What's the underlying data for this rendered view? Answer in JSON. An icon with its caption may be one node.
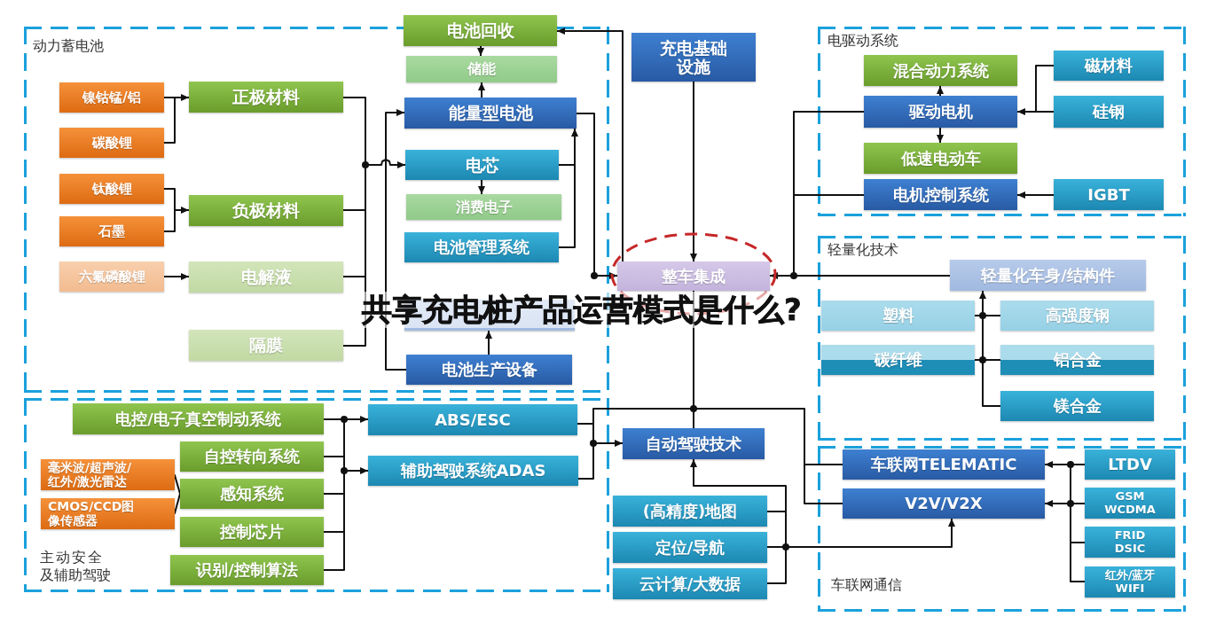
{
  "diagram": {
    "title": "共享充电桩产品运营模式是什么?",
    "nodes": [
      {
        "text": [
          "动力蓄电池"
        ]
      },
      {
        "text": [
          "镍钴锰/铝"
        ],
        "in": 0
      },
      {
        "text": [
          "碳酸锂"
        ],
        "in": 0
      },
      {
        "text": [
          "钛酸锂"
        ],
        "in": 0
      },
      {
        "text": [
          "石墨"
        ],
        "in": 0
      },
      {
        "text": [
          "六氟磷酸锂"
        ],
        "in": 0
      },
      {
        "text": [
          "正极材料"
        ],
        "in": 0
      },
      {
        "text": [
          "负极材料"
        ],
        "in": 0
      },
      {
        "text": [
          "电解液"
        ],
        "in": 0
      },
      {
        "text": [
          "隔膜"
        ],
        "in": 0
      },
      {
        "text": [
          "电池回收"
        ]
      },
      {
        "text": [
          "储能"
        ],
        "in": 0
      },
      {
        "text": [
          "能量型电池"
        ],
        "in": 0
      },
      {
        "text": [
          "电芯"
        ],
        "in": 0
      },
      {
        "text": [
          "消费电子"
        ],
        "in": 0
      },
      {
        "text": [
          "电池管理系统"
        ],
        "in": 0
      },
      {
        "text": [],
        "shape": "box",
        "in": 0
      },
      {
        "text": [
          "电池生产设备"
        ],
        "in": 0
      },
      {
        "text": [
          "充电基础设施"
        ]
      },
      {
        "text": [
          "整车集成"
        ]
      },
      {
        "text": [
          "电驱动系统"
        ]
      },
      {
        "text": [
          "混合动力系统"
        ],
        "in": 20
      },
      {
        "text": [
          "驱动电机"
        ],
        "in": 20
      },
      {
        "text": [
          "低速电动车"
        ],
        "in": 20
      },
      {
        "text": [
          "电机控制系统"
        ],
        "in": 20
      },
      {
        "text": [
          "磁材料"
        ],
        "in": 20
      },
      {
        "text": [
          "硅钢"
        ],
        "in": 20
      },
      {
        "text": [
          "IGBT"
        ],
        "in": 20
      },
      {
        "text": [
          "轻量化技术"
        ]
      },
      {
        "text": [
          "轻量化车身/结构件"
        ],
        "in": 28
      },
      {
        "text": [
          "塑料"
        ],
        "in": 28
      },
      {
        "text": [
          "高强度钢"
        ],
        "in": 28
      },
      {
        "text": [
          "碳纤维"
        ],
        "in": 28
      },
      {
        "text": [
          "铝合金"
        ],
        "in": 28
      },
      {
        "text": [
          "镁合金"
        ],
        "in": 28
      },
      {
        "text": [
          "主动安全及辅助驾驶"
        ]
      },
      {
        "text": [
          "电控/电子真空制动系统"
        ],
        "in": 35
      },
      {
        "text": [
          "自控转向系统"
        ],
        "in": 35
      },
      {
        "text": [
          "毫米波/超声波/红外/激光雷达"
        ],
        "in": 35
      },
      {
        "text": [
          "感知系统"
        ],
        "in": 35
      },
      {
        "text": [
          "CMOS/CCD图像传感器"
        ],
        "in": 35
      },
      {
        "text": [
          "控制芯片"
        ],
        "in": 35
      },
      {
        "text": [
          "识别/控制算法"
        ],
        "in": 35
      },
      {
        "text": [
          "ABS/ESC"
        ],
        "in": 35
      },
      {
        "text": [
          "辅助驾驶系统ADAS"
        ],
        "in": 35
      },
      {
        "text": [
          "自动驾驶技术"
        ]
      },
      {
        "text": [
          "(高精度)地图"
        ]
      },
      {
        "text": [
          "定位/导航"
        ]
      },
      {
        "text": [
          "云计算/大数据"
        ]
      },
      {
        "text": [
          "车联网通信"
        ]
      },
      {
        "text": [
          "车联网TELEMATIC"
        ],
        "in": 49
      },
      {
        "text": [
          "V2V/V2X"
        ],
        "in": 49
      },
      {
        "text": [
          "LTDV"
        ],
        "in": 49
      },
      {
        "text": [
          "GSM WCDMA"
        ],
        "in": 49
      },
      {
        "text": [
          "FRID DSIC"
        ],
        "in": 49
      },
      {
        "text": [
          "红外/蓝牙 WIFI"
        ],
        "in": 49
      }
    ],
    "edges": [
      {
        "from": 1,
        "to": 6,
        "arrow": "to"
      },
      {
        "from": 2,
        "to": 6,
        "arrow": "to"
      },
      {
        "from": 3,
        "to": 7,
        "arrow": "to"
      },
      {
        "from": 4,
        "to": 7,
        "arrow": "to"
      },
      {
        "from": 5,
        "to": 8,
        "arrow": "to"
      },
      {
        "from": 6,
        "to": 13,
        "arrow": "to"
      },
      {
        "from": 7,
        "to": 13,
        "arrow": "to"
      },
      {
        "from": 8,
        "to": 13,
        "arrow": "to"
      },
      {
        "from": 9,
        "to": 13,
        "arrow": "to"
      },
      {
        "from": 17,
        "to": 12,
        "arrow": "to"
      },
      {
        "from": 10,
        "to": 11,
        "arrow": "to"
      },
      {
        "from": 12,
        "to": 11,
        "arrow": "to"
      },
      {
        "from": 13,
        "to": 14,
        "arrow": "to"
      },
      {
        "from": 13,
        "to": 12,
        "arrow": "to"
      },
      {
        "from": 15,
        "to": 12,
        "arrow": "to"
      },
      {
        "from": 17,
        "to": 16,
        "arrow": "to"
      },
      {
        "from": 12,
        "to": 19,
        "arrow": "to"
      },
      {
        "from": 19,
        "to": 10,
        "arrow": "to"
      },
      {
        "from": 18,
        "to": 19,
        "arrow": "to"
      },
      {
        "from": 22,
        "to": 21,
        "arrow": "to"
      },
      {
        "from": 22,
        "to": 23,
        "arrow": "to"
      },
      {
        "from": 25,
        "to": 22,
        "arrow": "to"
      },
      {
        "from": 26,
        "to": 22,
        "arrow": "to"
      },
      {
        "from": 27,
        "to": 24,
        "arrow": "to"
      },
      {
        "from": 22,
        "to": 19,
        "arrow": "to"
      },
      {
        "from": 24,
        "to": 19,
        "arrow": "to"
      },
      {
        "from": 29,
        "to": 19,
        "arrow": "to"
      },
      {
        "from": 30,
        "to": 29,
        "arrow": "to"
      },
      {
        "from": 31,
        "to": 29,
        "arrow": "to"
      },
      {
        "from": 32,
        "to": 29,
        "arrow": "to"
      },
      {
        "from": 33,
        "to": 29,
        "arrow": "to"
      },
      {
        "from": 34,
        "to": 29,
        "arrow": "to"
      },
      {
        "from": 36,
        "to": 43,
        "arrow": "to"
      },
      {
        "from": 36,
        "to": 44,
        "arrow": "to"
      },
      {
        "from": 37,
        "to": 43,
        "arrow": "to"
      },
      {
        "from": 37,
        "to": 44,
        "arrow": "to"
      },
      {
        "from": 39,
        "to": 43,
        "arrow": "to"
      },
      {
        "from": 39,
        "to": 44,
        "arrow": "to"
      },
      {
        "from": 41,
        "to": 43,
        "arrow": "to"
      },
      {
        "from": 41,
        "to": 44,
        "arrow": "to"
      },
      {
        "from": 42,
        "to": 43,
        "arrow": "to"
      },
      {
        "from": 42,
        "to": 44,
        "arrow": "to"
      },
      {
        "from": 38,
        "to": 39,
        "arrow": "none"
      },
      {
        "from": 40,
        "to": 39,
        "arrow": "none"
      },
      {
        "from": 43,
        "to": 45,
        "arrow": "to"
      },
      {
        "from": 44,
        "to": 45,
        "arrow": "to"
      },
      {
        "from": 43,
        "to": 19,
        "arrow": "none"
      },
      {
        "from": 44,
        "to": 19,
        "arrow": "none"
      },
      {
        "from": 19,
        "to": 45,
        "arrow": "none"
      },
      {
        "from": 19,
        "to": 50,
        "arrow": "none"
      },
      {
        "from": 19,
        "to": 51,
        "arrow": "none"
      },
      {
        "from": 46,
        "to": 45,
        "arrow": "to"
      },
      {
        "from": 46,
        "to": 51,
        "arrow": "to"
      },
      {
        "from": 47,
        "to": 45,
        "arrow": "to"
      },
      {
        "from": 47,
        "to": 51,
        "arrow": "to"
      },
      {
        "from": 48,
        "to": 45,
        "arrow": "to"
      },
      {
        "from": 48,
        "to": 51,
        "arrow": "to"
      },
      {
        "from": 52,
        "to": 50,
        "arrow": "to"
      },
      {
        "from": 52,
        "to": 51,
        "arrow": "to"
      },
      {
        "from": 53,
        "to": 50,
        "arrow": "to"
      },
      {
        "from": 53,
        "to": 51,
        "arrow": "to"
      },
      {
        "from": 54,
        "to": 50,
        "arrow": "to"
      },
      {
        "from": 54,
        "to": 51,
        "arrow": "to"
      },
      {
        "from": 55,
        "to": 50,
        "arrow": "to"
      },
      {
        "from": 55,
        "to": 51,
        "arrow": "to"
      }
    ]
  }
}
